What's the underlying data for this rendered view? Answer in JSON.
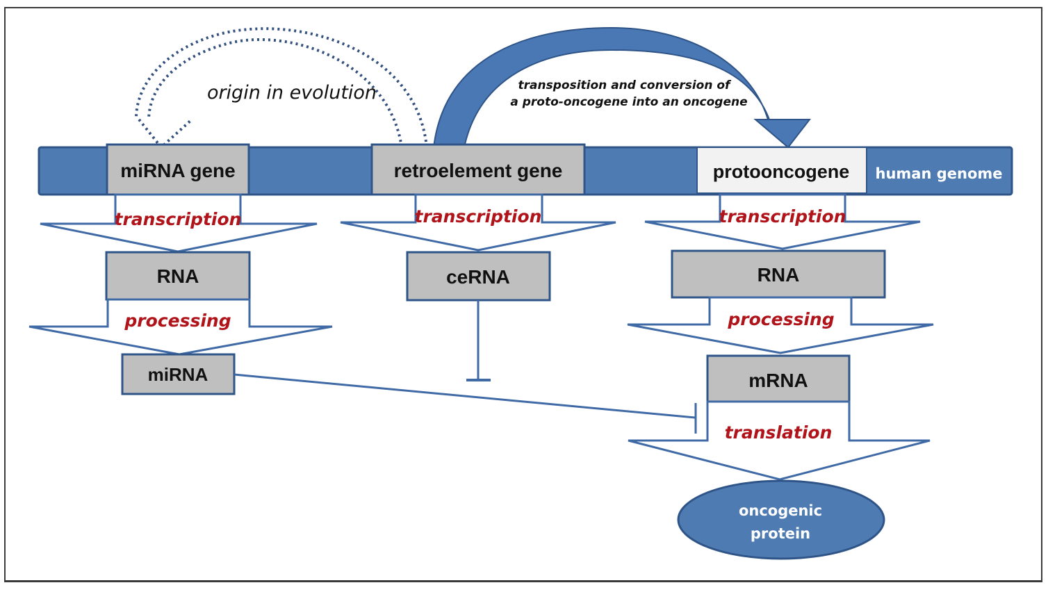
{
  "colors": {
    "genome_blue": "#4f7bb3",
    "outline_blue": "#2f5488",
    "gray_box": "#bfbfbf",
    "light_box": "#f2f2f2",
    "step_red": "#b0141a",
    "dotted_arrow": "#33507e"
  },
  "genome": {
    "label": "human genome",
    "genes": [
      {
        "id": "mirna-gene",
        "label": "miRNA gene"
      },
      {
        "id": "retroelement-gene",
        "label": "retroelement gene"
      },
      {
        "id": "protooncogene",
        "label": "protooncogene"
      }
    ]
  },
  "arcs": {
    "evolution_label": "origin in evolution",
    "transposition_line1": "transposition and conversion of",
    "transposition_line2": "a proto-oncogene into an oncogene"
  },
  "left_column": {
    "step1": "transcription",
    "product1": "RNA",
    "step2": "processing",
    "product2": "miRNA"
  },
  "middle_column": {
    "step1": "transcription",
    "product1": "ceRNA"
  },
  "right_column": {
    "step1": "transcription",
    "product1": "RNA",
    "step2": "processing",
    "product2": "mRNA",
    "step3": "translation",
    "final_line1": "oncogenic",
    "final_line2": "protein"
  }
}
